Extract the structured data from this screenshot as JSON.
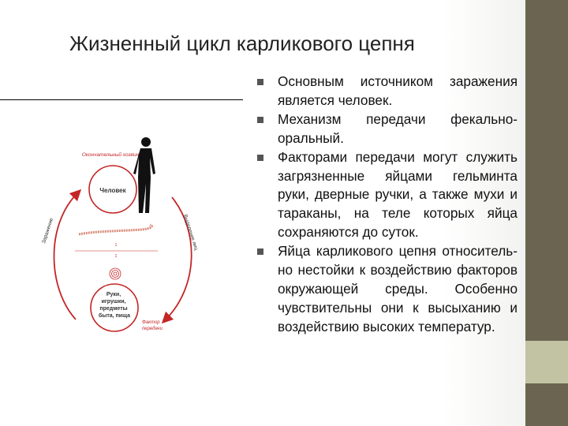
{
  "title": "Жизненный цикл карликового цепня",
  "bullets": [
    "Основным источником заражения является человек.",
    "Механизм передачи фекально-оральный.",
    " Факторами передачи могут служить загрязненные яйцами гельминта руки, дверные ручки, а также мухи и тараканы, на теле которых яйца сохраняются до суток.",
    "Яйца карликового цепня относитель-но нестойки к воздействию факторов окружающей среды. Особенно чувствительны они к высыханию и воздействию высоких температур."
  ],
  "diagram": {
    "top_label": "Окончательный хозяин",
    "top_node": "Человек",
    "bottom_node_lines": [
      "Руки,",
      "игрушки,",
      "предметы",
      "быта, пища"
    ],
    "left_arc_label": "Заражение",
    "right_arc_label": "Выделение яиц",
    "factor_lines": [
      "Фактор",
      "передачи"
    ],
    "mark_top": "1",
    "mark_bottom": "1"
  },
  "colors": {
    "accent_red": "#c42525",
    "side_bar": "#6b6450",
    "side_accent": "#c2c3a2"
  }
}
